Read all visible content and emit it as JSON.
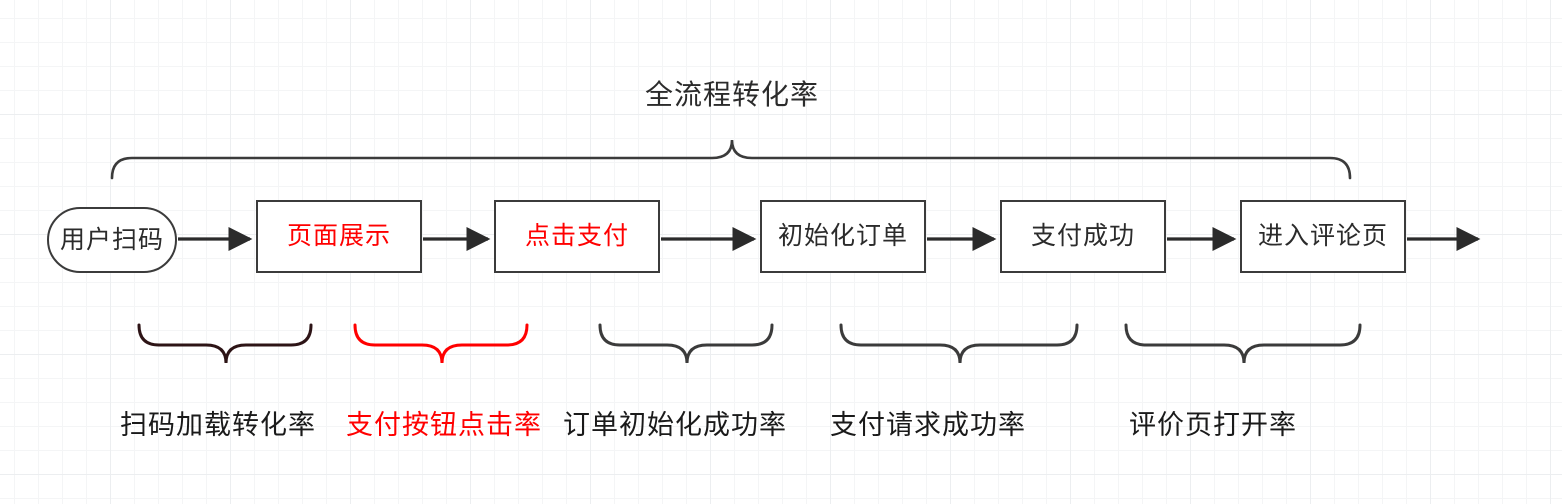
{
  "diagram": {
    "title": "全流程转化率",
    "palette": {
      "node_stroke": "#3b3b3b",
      "node_text": "#2b2b2b",
      "highlight": "#ff0000",
      "brace_dark": "#3b3b3b",
      "brace_maroon": "#2d1416",
      "grid": "#eceef0",
      "background": "#ffffff"
    },
    "nodes": [
      {
        "id": "scan",
        "label": "用户扫码",
        "shape": "stadium",
        "highlight": false
      },
      {
        "id": "page",
        "label": "页面展示",
        "shape": "rectangle",
        "highlight": true
      },
      {
        "id": "pay",
        "label": "点击支付",
        "shape": "rectangle",
        "highlight": true
      },
      {
        "id": "order",
        "label": "初始化订单",
        "shape": "rectangle",
        "highlight": false
      },
      {
        "id": "success",
        "label": "支付成功",
        "shape": "rectangle",
        "highlight": false
      },
      {
        "id": "comment",
        "label": "进入评论页",
        "shape": "rectangle",
        "highlight": false
      }
    ],
    "connectors": [
      {
        "from": "scan",
        "to": "page",
        "type": "arrow"
      },
      {
        "from": "page",
        "to": "pay",
        "type": "arrow"
      },
      {
        "from": "pay",
        "to": "order",
        "type": "arrow"
      },
      {
        "from": "order",
        "to": "success",
        "type": "arrow"
      },
      {
        "from": "success",
        "to": "comment",
        "type": "arrow"
      },
      {
        "from": "comment",
        "to": "end",
        "type": "arrow"
      }
    ],
    "overall_brace": {
      "label": "全流程转化率",
      "spans": [
        "scan",
        "comment"
      ],
      "direction": "up"
    },
    "metric_braces": [
      {
        "id": "m1",
        "label": "扫码加载转化率",
        "spans": [
          "scan",
          "page"
        ],
        "highlight": false,
        "color": "#2d1416"
      },
      {
        "id": "m2",
        "label": "支付按钮点击率",
        "spans": [
          "page",
          "pay"
        ],
        "highlight": true,
        "color": "#ff0000"
      },
      {
        "id": "m3",
        "label": "订单初始化成功率",
        "spans": [
          "pay",
          "order"
        ],
        "highlight": false,
        "color": "#3b3b3b"
      },
      {
        "id": "m4",
        "label": "支付请求成功率",
        "spans": [
          "order",
          "success"
        ],
        "highlight": false,
        "color": "#3b3b3b"
      },
      {
        "id": "m5",
        "label": "评价页打开率",
        "spans": [
          "success",
          "comment"
        ],
        "highlight": false,
        "color": "#3b3b3b"
      }
    ]
  }
}
